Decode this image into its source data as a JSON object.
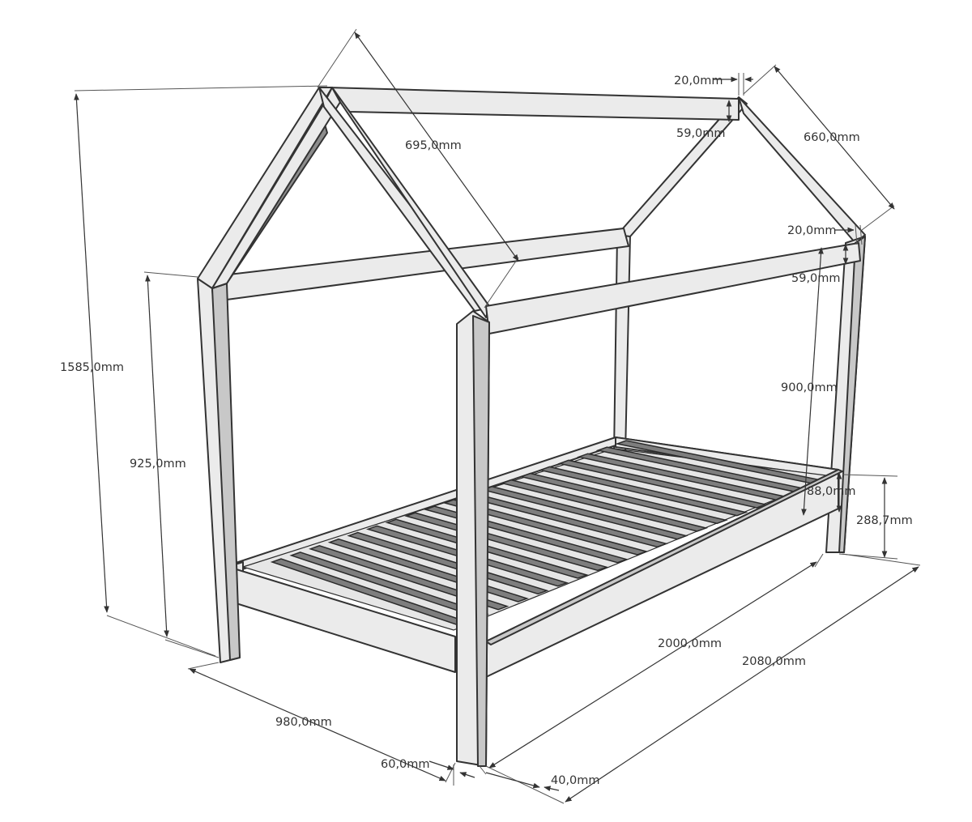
{
  "dimensions": {
    "total_height": "1585,0mm",
    "side_height": "925,0mm",
    "roof_length": "695,0mm",
    "roof_width": "660,0mm",
    "ridge_thickness": "20,0mm",
    "ridge_height": "59,0mm",
    "rail_thickness": "20,0mm",
    "rail_height": "59,0mm",
    "post_height": "900,0mm",
    "frame_height": "88,0mm",
    "leg_height": "288,7mm",
    "inner_length": "2000,0mm",
    "outer_length": "2080,0mm",
    "width": "980,0mm",
    "post_width": "60,0mm",
    "post_depth": "40,0mm"
  }
}
